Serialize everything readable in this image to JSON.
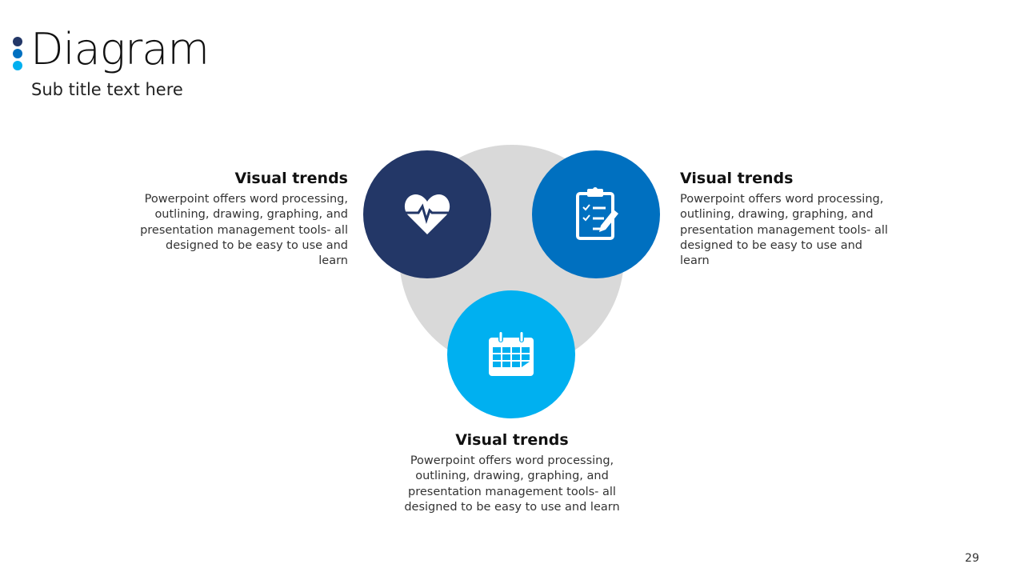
{
  "header": {
    "title": "Diagram",
    "subtitle": "Sub title text here"
  },
  "colors": {
    "dark": "#233767",
    "mid": "#0070C0",
    "light": "#00B0F0",
    "gray": "#D9D9D9"
  },
  "items": [
    {
      "icon": "heart-pulse-icon",
      "title": "Visual trends",
      "text": "Powerpoint offers word processing, outlining, drawing, graphing, and presentation management tools- all designed to be easy to use and learn"
    },
    {
      "icon": "clipboard-checklist-icon",
      "title": "Visual trends",
      "text": "Powerpoint offers word processing, outlining, drawing, graphing, and presentation management tools- all designed to be easy to use and learn"
    },
    {
      "icon": "calendar-icon",
      "title": "Visual trends",
      "text": "Powerpoint offers word processing, outlining, drawing, graphing, and presentation management tools- all designed to be easy to use and learn"
    }
  ],
  "page_number": "29"
}
